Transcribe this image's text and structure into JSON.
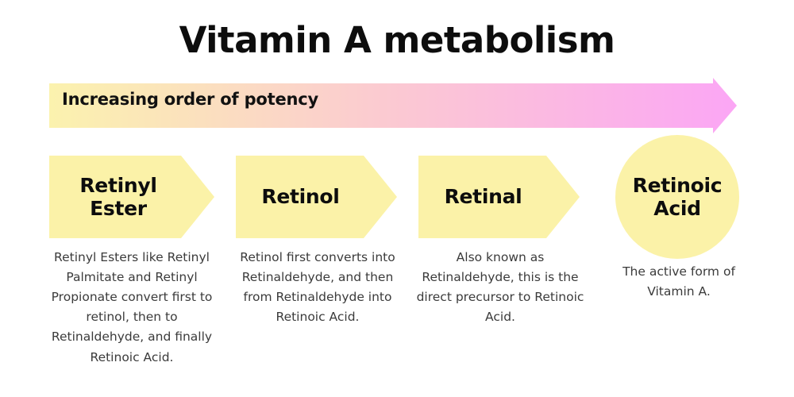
{
  "title": "Vitamin A metabolism",
  "banner": {
    "label": "Increasing order of potency",
    "gradient_start": "#FBF2AE",
    "gradient_mid": "#FBC9D2",
    "gradient_end": "#FBA6F5"
  },
  "colors": {
    "chevron_yellow": "#FBF2A8",
    "title_black": "#0d0d0d",
    "caption_gray": "#3b3b3b",
    "page_background": "#ffffff"
  },
  "stages": [
    {
      "name": "Retinyl Ester",
      "label_lines": [
        "Retinyl",
        "Ester"
      ],
      "shape": "chevron",
      "caption": "Retinyl Esters like Retinyl Palmitate and Retinyl Propionate convert first to retinol, then to Retinaldehyde, and finally Retinoic Acid."
    },
    {
      "name": "Retinol",
      "label_lines": [
        "Retinol"
      ],
      "shape": "chevron",
      "caption": "Retinol first converts into Retinaldehyde, and then from Retinaldehyde into Retinoic Acid."
    },
    {
      "name": "Retinal",
      "label_lines": [
        "Retinal"
      ],
      "shape": "chevron",
      "caption": "Also known as Retinaldehyde, this is the direct precursor to Retinoic Acid."
    },
    {
      "name": "Retinoic Acid",
      "label_lines": [
        "Retinoic",
        "Acid"
      ],
      "shape": "circle",
      "caption": "The active form of Vitamin A."
    }
  ]
}
